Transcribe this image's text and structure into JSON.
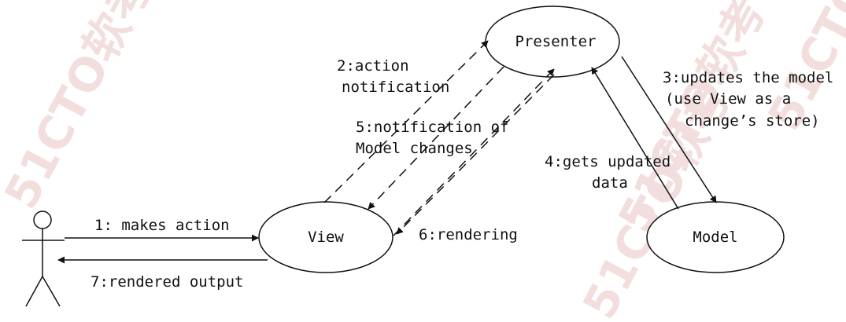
{
  "nodes": {
    "presenter": "Presenter",
    "view": "View",
    "model": "Model",
    "actor": ""
  },
  "labels": {
    "action_line1": "2:action",
    "action_line2": "notification",
    "notif_line1": "5:notification of",
    "notif_line2": "Model changes",
    "updates_line1": "3:updates the model",
    "updates_line2": "(use View as a",
    "updates_line3": "change’s store)",
    "gets_line1": "4:gets updated",
    "gets_line2": "data",
    "makes_action": "1: makes action",
    "rendering": "6:rendering",
    "rendered_output": "7:rendered output"
  },
  "watermark": "51CTO软考",
  "colors": {
    "stroke": "#111111",
    "watermark": "#f3dede"
  }
}
